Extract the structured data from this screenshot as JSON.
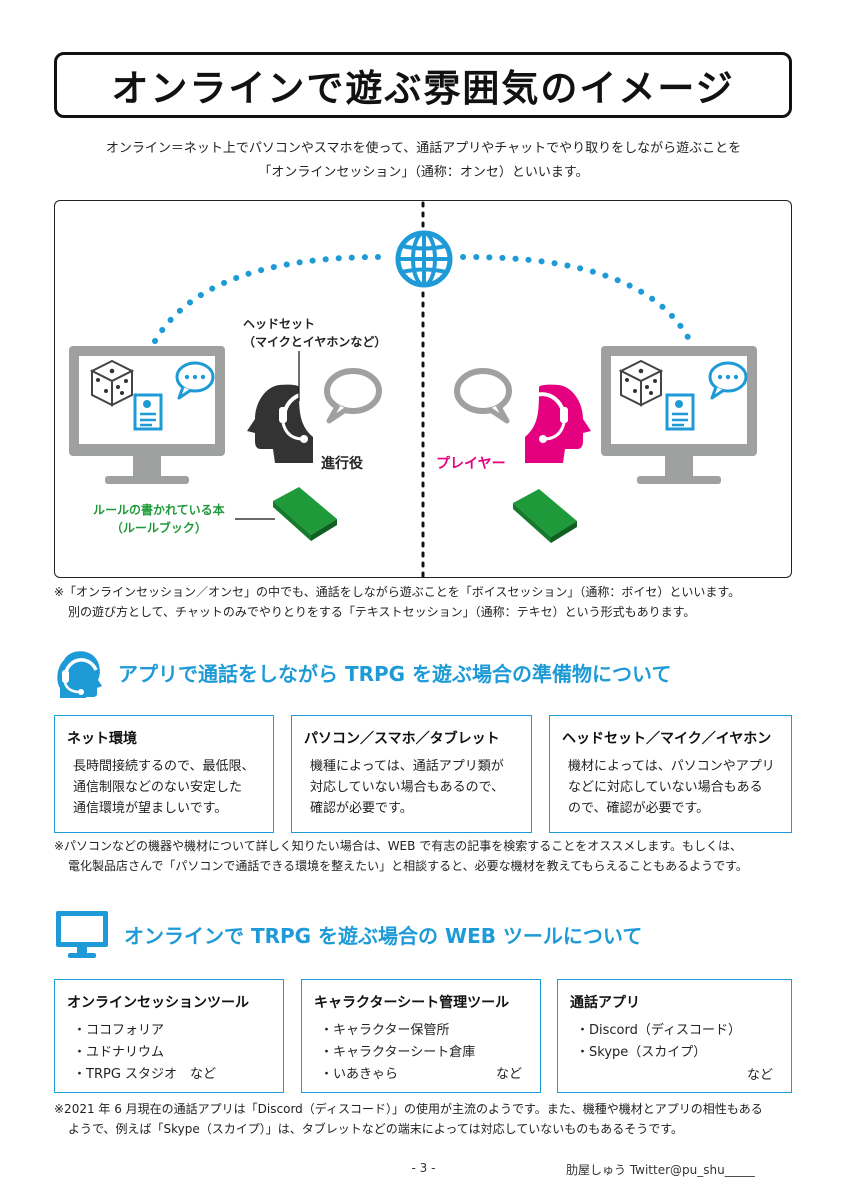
{
  "title": "オンラインで遊ぶ雰囲気のイメージ",
  "intro": {
    "line1": "オンライン＝ネット上でパソコンやスマホを使って、通話アプリやチャットでやり取りをしながら遊ぶことを",
    "line2": "「オンラインセッション」（通称：オンセ）といいます。"
  },
  "diagram": {
    "headset_label_1": "ヘッドセット",
    "headset_label_2": "（マイクとイヤホンなど）",
    "gm_label": "進行役",
    "player_label": "プレイヤー",
    "book_label_1": "ルールの書かれている本",
    "book_label_2": "（ルールブック）",
    "colors": {
      "dots": "#1e9bd7",
      "gm": "#333333",
      "player": "#e4007f",
      "book": "#1f9a3a",
      "monitor": "#9fa0a0"
    }
  },
  "note1": {
    "line1": "※「オンラインセッション／オンセ」の中でも、通話をしながら遊ぶことを「ボイスセッション」（通称：ボイセ）といいます。",
    "line2": "別の遊び方として、チャットのみでやりとりをする「テキストセッション」（通称：テキセ）という形式もあります。"
  },
  "section1": {
    "heading": "アプリで通話をしながら TRPG を遊ぶ場合の準備物について",
    "icon": "headset-person-icon",
    "cards": [
      {
        "title": "ネット環境",
        "lines": [
          "長時間接続するので、最低限、",
          "通信制限などのない安定した",
          "通信環境が望ましいです。"
        ]
      },
      {
        "title": "パソコン／スマホ／タブレット",
        "lines": [
          "機種によっては、通話アプリ類が",
          "対応していない場合もあるので、",
          "確認が必要です。"
        ]
      },
      {
        "title": "ヘッドセット／マイク／イヤホン",
        "lines": [
          "機材によっては、パソコンやアプリ",
          "などに対応していない場合もある",
          "ので、確認が必要です。"
        ]
      }
    ]
  },
  "note2": {
    "line1": "※パソコンなどの機器や機材について詳しく知りたい場合は、WEB で有志の記事を検索することをオススメします。もしくは、",
    "line2": "電化製品店さんで「パソコンで通話できる環境を整えたい」と相談すると、必要な機材を教えてもらえることもあるようです。"
  },
  "section2": {
    "heading": "オンラインで TRPG を遊ぶ場合の WEB ツールについて",
    "icon": "monitor-icon",
    "cards": [
      {
        "title": "オンラインセッションツール",
        "items": [
          "・ココフォリア",
          "・ユドナリウム",
          "・TRPG スタジオ　など"
        ],
        "etc": ""
      },
      {
        "title": "キャラクターシート管理ツール",
        "items": [
          "・キャラクター保管所",
          "・キャラクターシート倉庫",
          "・いあきゃら"
        ],
        "etc": "など"
      },
      {
        "title": "通話アプリ",
        "items": [
          "・Discord（ディスコード）",
          "・Skype（スカイプ）"
        ],
        "etc": "など"
      }
    ]
  },
  "note3": {
    "line1": "※2021 年 6 月現在の通話アプリは「Discord（ディスコード）」の使用が主流のようです。また、機種や機材とアプリの相性もある",
    "line2": "ようで、例えば「Skype（スカイプ）」は、タブレットなどの端末によっては対応していないものもあるそうです。"
  },
  "footer": {
    "page": "- 3 -",
    "author": "肋屋しゅう Twitter@pu_shu_____"
  }
}
